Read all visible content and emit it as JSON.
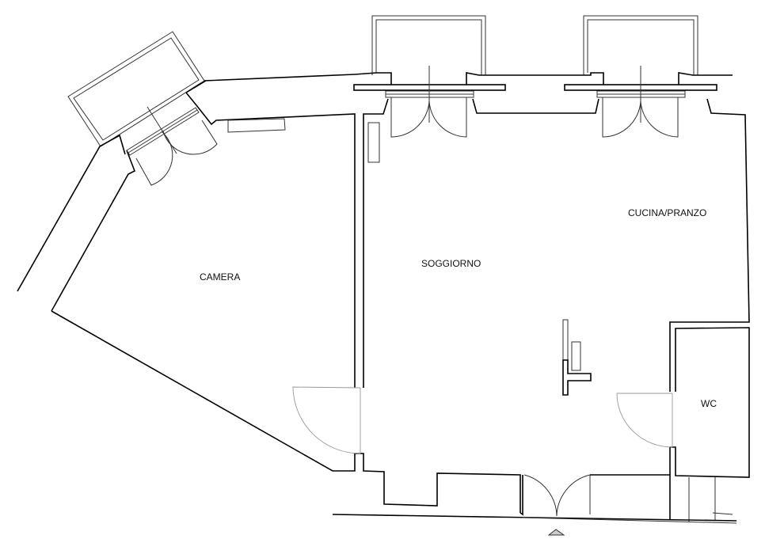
{
  "rooms": {
    "camera": "CAMERA",
    "soggiorno": "SOGGIORNO",
    "cucina": "CUCINA/PRANZO",
    "wc": "WC"
  },
  "colors": {
    "line": "#000000",
    "door_swing": "#999999"
  }
}
